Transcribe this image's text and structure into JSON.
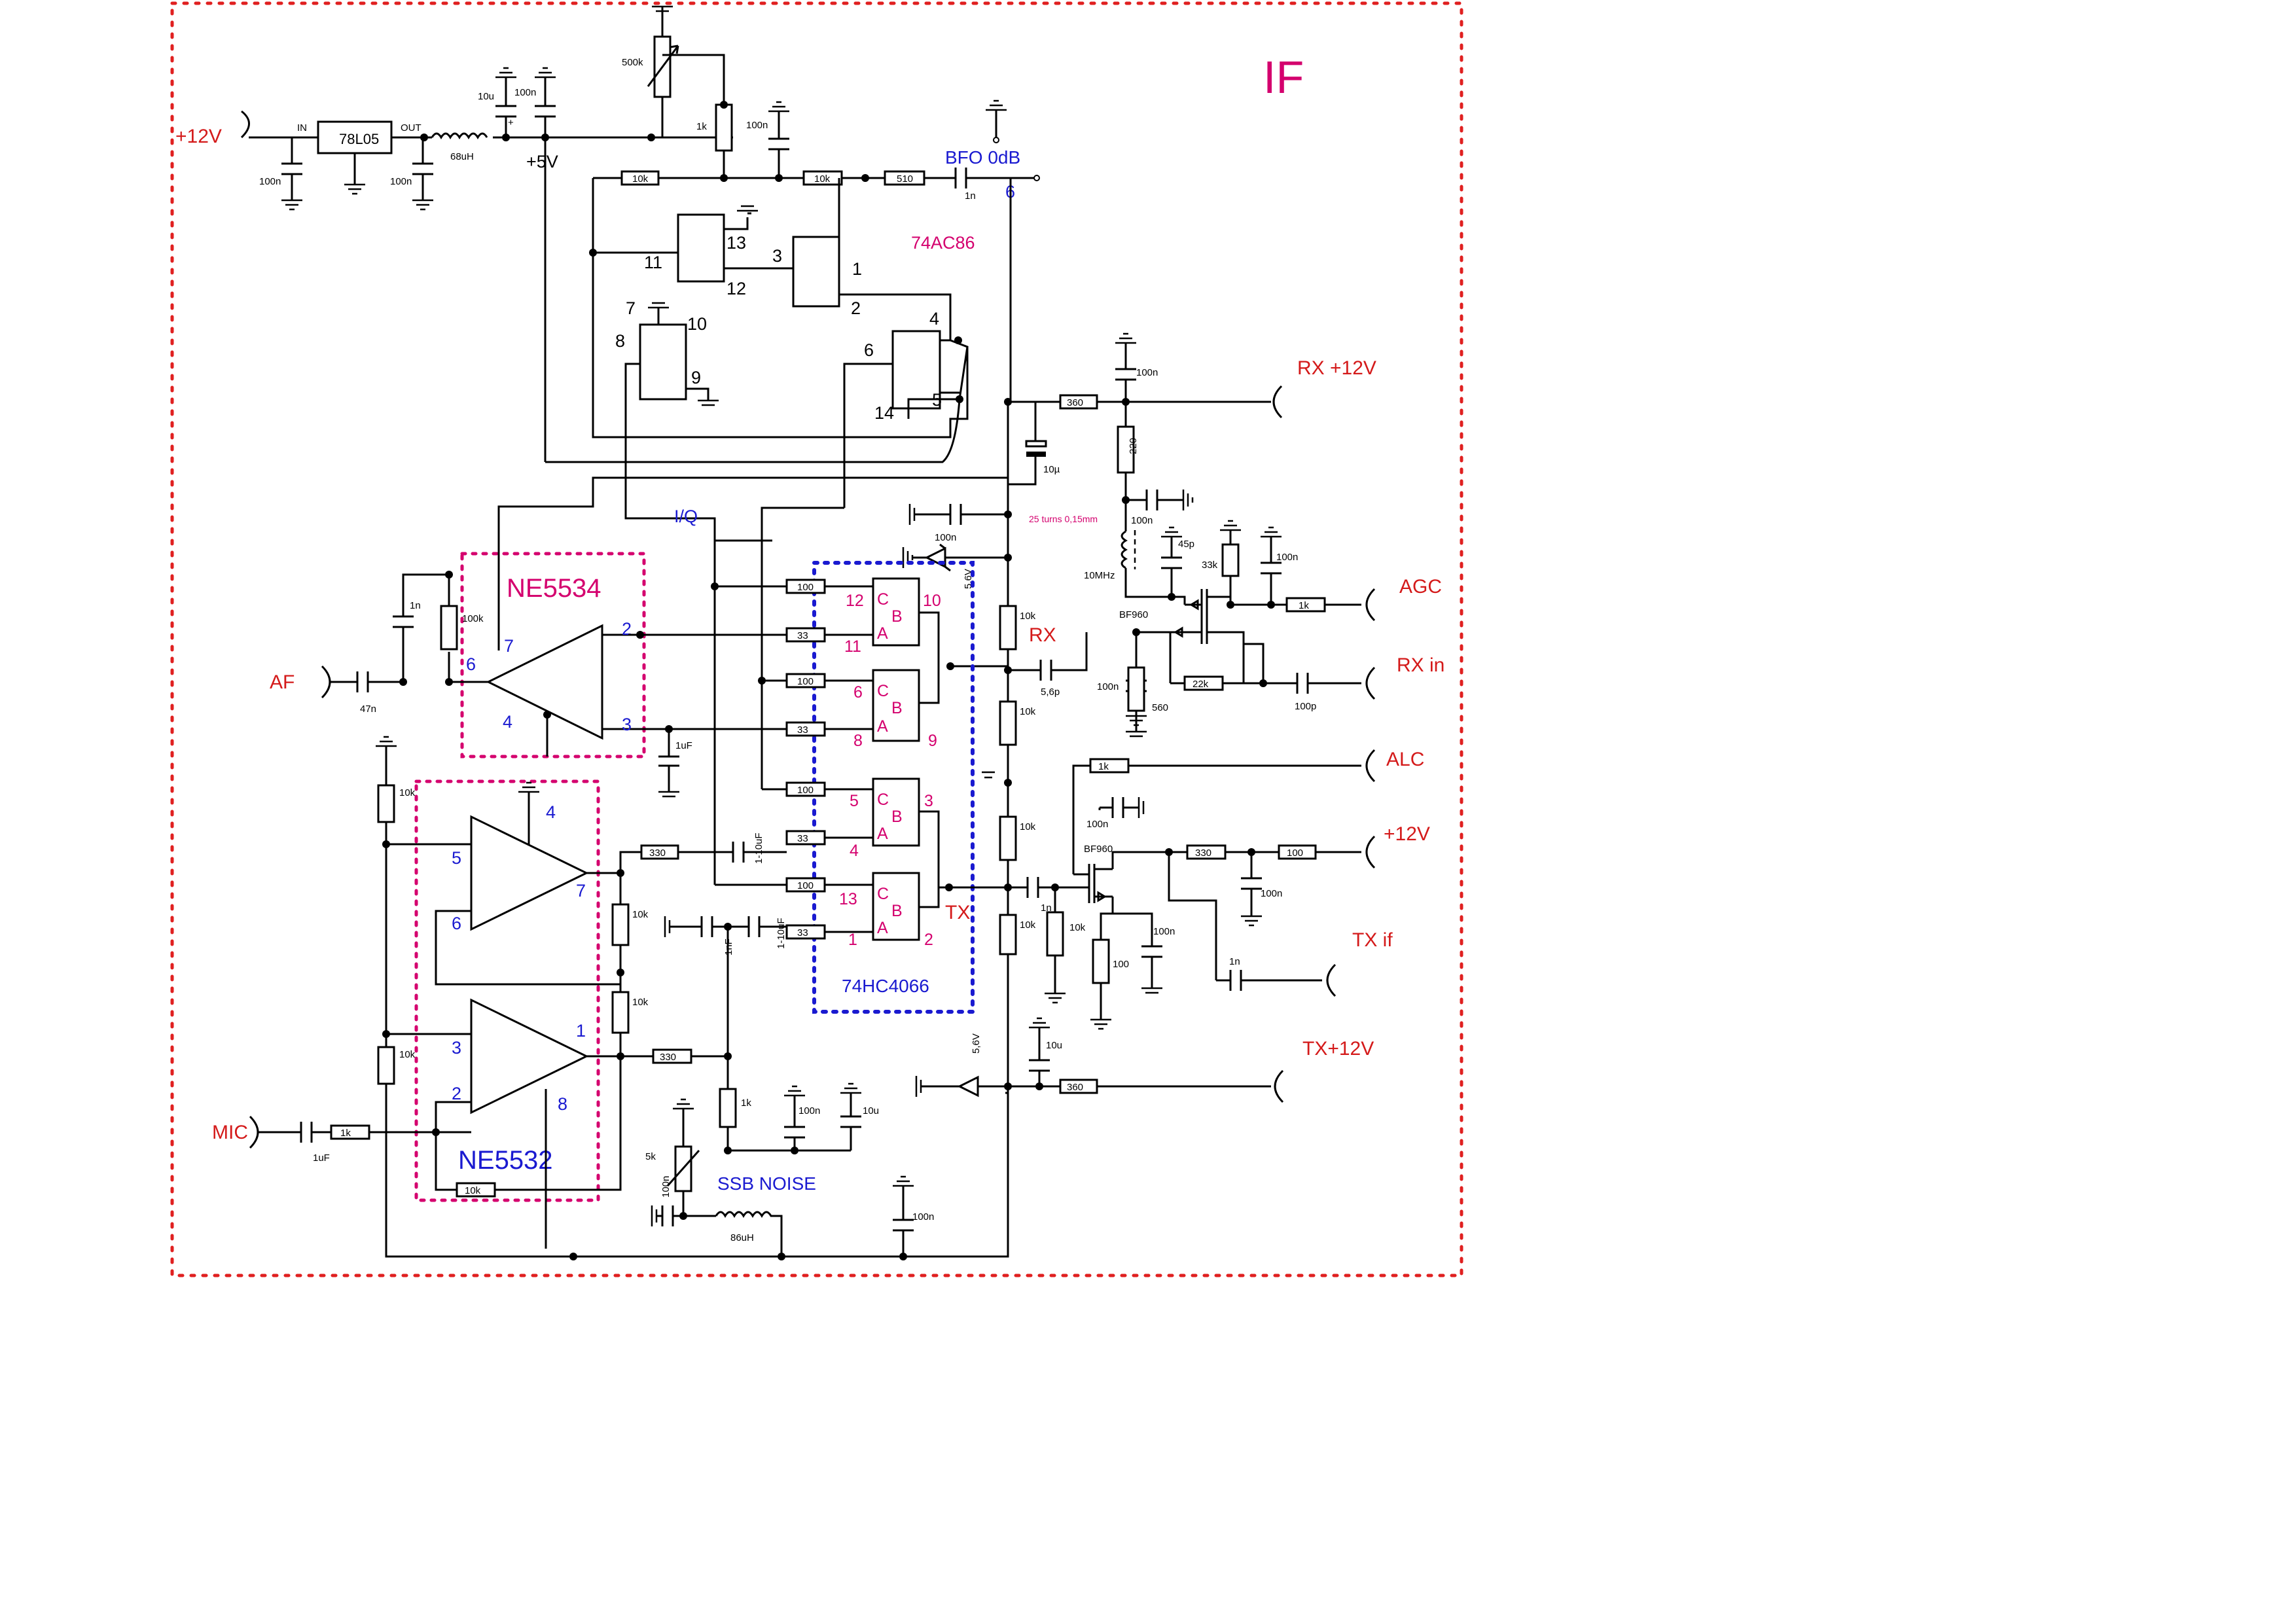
{
  "title": "IF",
  "chips": {
    "regulator": "78L05",
    "xor": "74AC86",
    "switch": "74HC4066",
    "opamp_af": "NE5534",
    "opamp_mic": "NE5532",
    "rf_fet_rx": "BF960",
    "rf_fet_tx": "BF960",
    "regulator_in": "IN",
    "regulator_out": "OUT"
  },
  "ports": {
    "p12v_in": "+12V",
    "bfo": "BFO 0dB",
    "bfo_pin": "6",
    "rx12": "RX +12V",
    "agc": "AGC",
    "rxin": "RX in",
    "alc": "ALC",
    "p12v_tx": "+12V",
    "txif": "TX if",
    "tx12": "TX+12V",
    "af": "AF",
    "mic": "MIC"
  },
  "labels": {
    "p5v": "+5V",
    "iq": "I/Q",
    "rx": "RX",
    "tx": "TX",
    "ssb_noise": "SSB NOISE",
    "turns": "25  turns 0,15mm",
    "osc": "10MHz"
  },
  "switch_letters": {
    "c": "C",
    "b": "B",
    "a": "A"
  },
  "values": {
    "c_in": "100n",
    "c_out": "100n",
    "l_68": "68uH",
    "c_10u": "10u",
    "c_100n_5v": "100n",
    "plus": "+",
    "pot_500k": "500k",
    "r_1k_top": "1k",
    "c_100n_top": "100n",
    "r_10k_a": "10k",
    "r_10k_b": "10k",
    "r_510": "510",
    "c_1n_bfo": "1n",
    "r_360_rx": "360",
    "c_100n_rx": "100n",
    "r_220": "220",
    "c_10mu": "10µ",
    "c_100n_rf": "100n",
    "c_45p": "45p",
    "r_33k": "33k",
    "c_100n_agc": "100n",
    "r_1k_agc": "1k",
    "c_5p6": "5,6p",
    "c_100n_src": "100n",
    "r_560": "560",
    "r_22k": "22k",
    "c_100p": "100p",
    "c_100n_d": "100n",
    "z_5v6_top": "5,6V",
    "r_10k_v1": "10k",
    "r_10k_v2": "10k",
    "r_10k_v3": "10k",
    "r_10k_v4": "10k",
    "r_1k_alc": "1k",
    "c_100n_g2": "100n",
    "r_330_tx": "330",
    "r_100_tx": "100",
    "c_100n_tx": "100n",
    "c_1n_tx": "1n",
    "r_10k_tx": "10k",
    "r_100_src": "100",
    "c_100n_src2": "100n",
    "c_1n_txif": "1n",
    "c_10u_tx": "10u",
    "r_360_tx": "360",
    "z_5v6_bot": "5,6V",
    "r_100_s12": "100",
    "r_33_s11": "33",
    "r_100_s6": "100",
    "r_33_s8": "33",
    "r_100_s5": "100",
    "r_33_s4": "33",
    "r_100_s13": "100",
    "r_33_s1": "33",
    "c_1n_fb": "1n",
    "r_100k_fb": "100k",
    "c_47n": "47n",
    "c_1uf_bias": "1uF",
    "r_10k_div1": "10k",
    "r_10k_div2": "10k",
    "r_330_mic": "330",
    "c_1_10uf_a": "1-10uF",
    "r_10k_m1": "10k",
    "r_10k_m2": "10k",
    "c_1nf": "1nF",
    "c_1_10uf_b": "1-10uF",
    "r_330_mic2": "330",
    "r_1k_mic": "1k",
    "c_1uf_mic": "1uF",
    "r_10k_mfb": "10k",
    "r_1k_n": "1k",
    "c_100n_n": "100n",
    "c_10u_n": "10u",
    "pot_5k": "5k",
    "c_100n_n2": "100n",
    "l_86": "86uH",
    "c_100n_bot": "100n"
  },
  "pins": {
    "x13": "13",
    "x11": "11",
    "x12": "12",
    "x3": "3",
    "x1": "1",
    "x2": "2",
    "x7": "7",
    "x10": "10",
    "x8": "8",
    "x9": "9",
    "x6": "6",
    "x4": "4",
    "x14": "14",
    "x5": "5",
    "s12": "12",
    "s10": "10",
    "s11": "11",
    "s6": "6",
    "s9": "9",
    "s8": "8",
    "s5": "5",
    "s3": "3",
    "s4": "4",
    "s13": "13",
    "s1": "1",
    "s2": "2",
    "af7": "7",
    "af2": "2",
    "af6": "6",
    "af4": "4",
    "af3": "3",
    "m4": "4",
    "m5": "5",
    "m7": "7",
    "m6": "6",
    "m3": "3",
    "m1": "1",
    "m2": "2",
    "m8": "8"
  },
  "colors": {
    "frame": "#e02020",
    "magenta": "#d4006e",
    "blue": "#1a1ad0",
    "red": "#d41a1a"
  }
}
